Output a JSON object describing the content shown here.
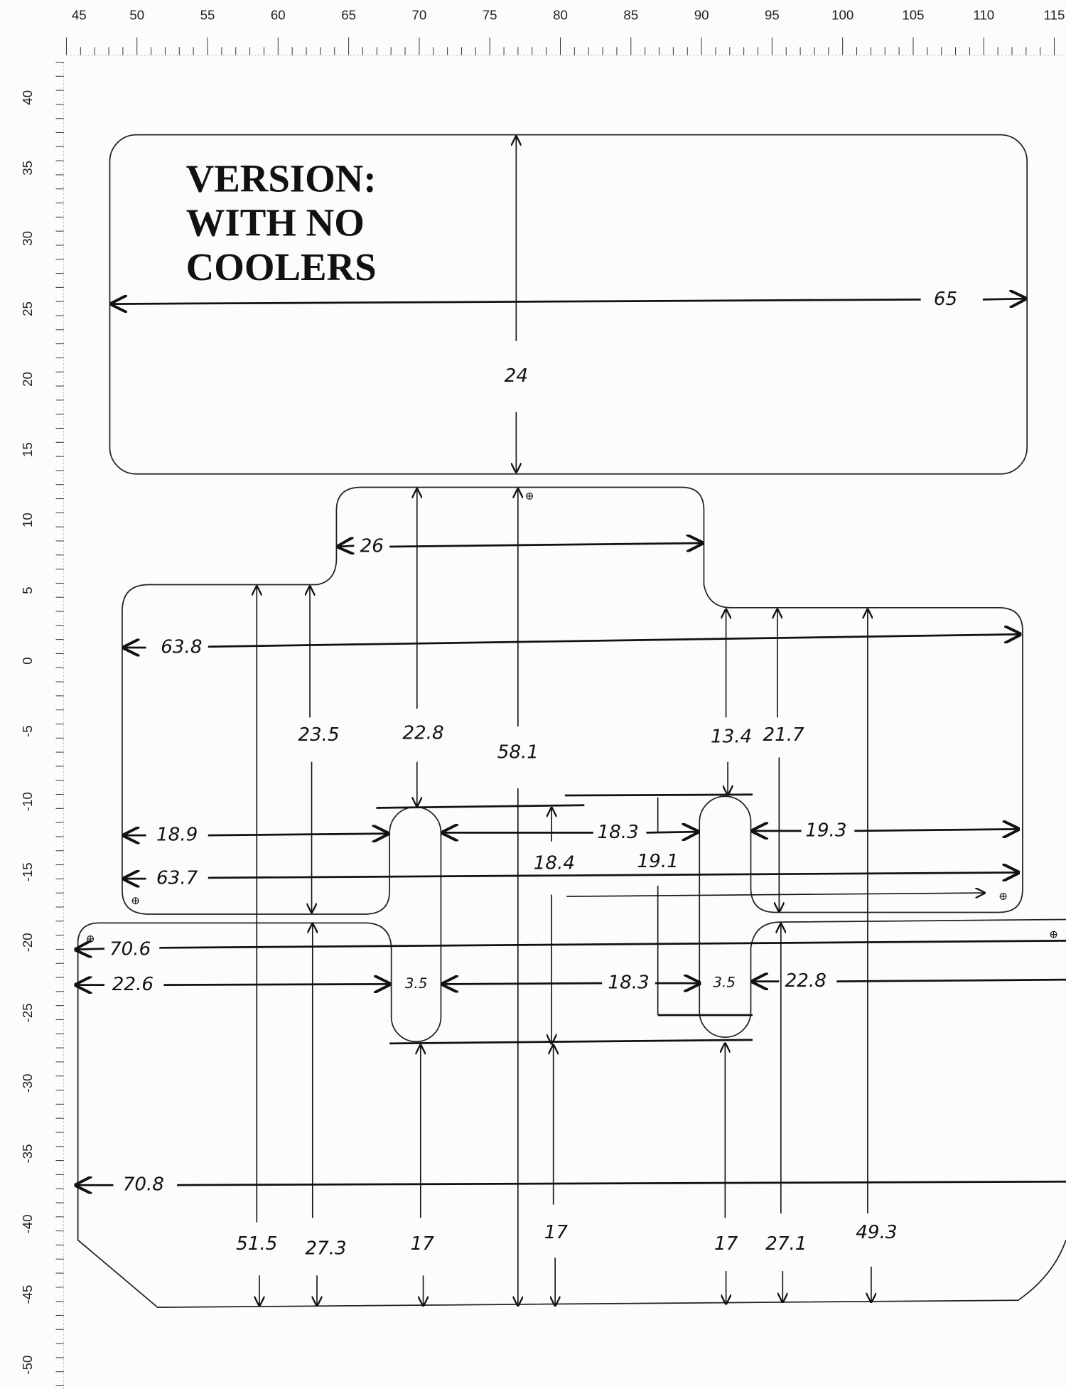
{
  "ruler": {
    "top_labels": [
      "45",
      "50",
      "55",
      "60",
      "65",
      "70",
      "75",
      "80",
      "85",
      "90",
      "95",
      "100",
      "105",
      "110",
      "115"
    ],
    "left_labels": [
      "40",
      "35",
      "30",
      "25",
      "20",
      "15",
      "10",
      "5",
      "0",
      "-5",
      "-10",
      "-15",
      "-20",
      "-25",
      "-30",
      "-35",
      "-40",
      "-45",
      "-50"
    ]
  },
  "title": {
    "line1": "VERSION:",
    "line2": "WITH NO",
    "line3": "COOLERS"
  },
  "dimensions": {
    "top_width": "65",
    "top_height": "24",
    "step_width": "26",
    "middle_width_top": "63.8",
    "left_height_upper": "23.5",
    "slot1_top_height": "22.8",
    "center_height": "58.1",
    "slot2_top_height": "13.4",
    "right_height_upper": "21.7",
    "left_to_slot1": "18.9",
    "between_slots_upper": "18.3",
    "slot2_to_right": "19.3",
    "middle_width_bottom": "63.7",
    "slot1_length": "18.4",
    "slot2_length": "19.1",
    "bottom_width_upper": "70.6",
    "left_to_slot1_lower": "22.6",
    "slot1_width": "3.5",
    "between_slots_lower": "18.3",
    "slot2_width": "3.5",
    "slot2_to_right_lower": "22.8",
    "bottom_width_lower": "70.8",
    "left_outer_height": "51.5",
    "left_lower_height": "27.3",
    "slot1_bottom_height": "17",
    "center_bottom_height": "17",
    "slot2_bottom_height": "17",
    "right_lower_height": "27.1",
    "right_outer_height": "49.3"
  }
}
